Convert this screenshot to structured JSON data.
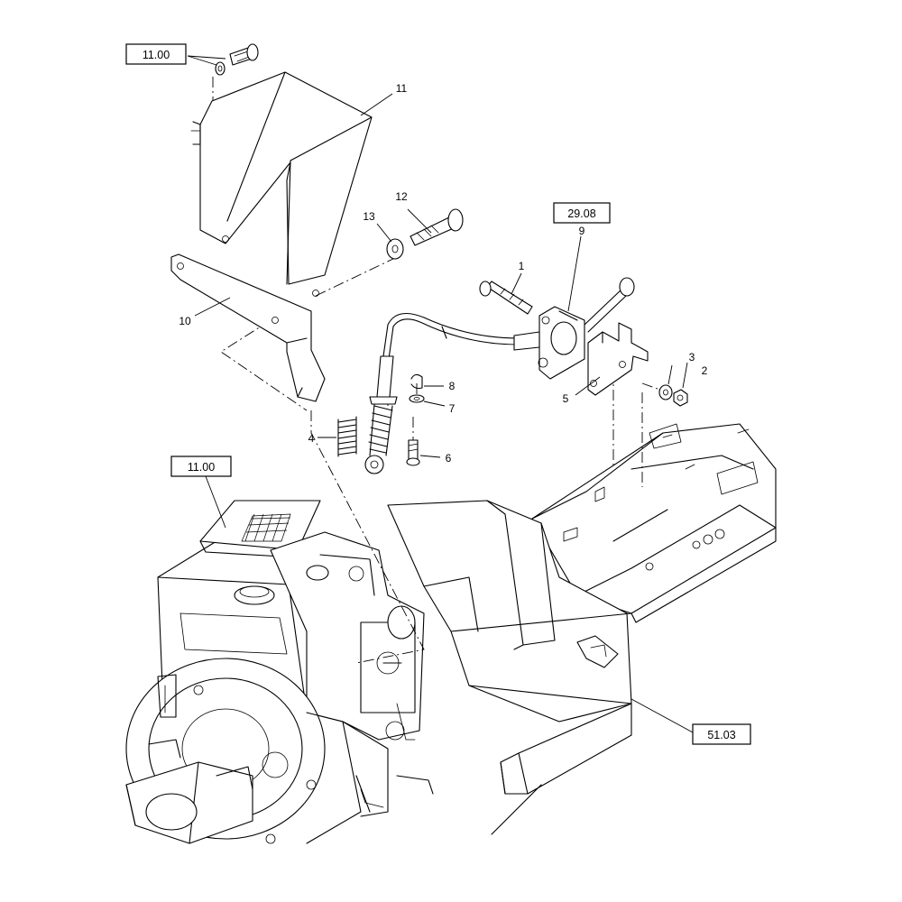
{
  "references": {
    "ref_guard_top": "11.00",
    "ref_control": "29.08",
    "ref_engine": "11.00",
    "ref_chassis": "51.03"
  },
  "callouts": {
    "c1": "1",
    "c2": "2",
    "c3": "3",
    "c4": "4",
    "c5": "5",
    "c6": "6",
    "c7": "7",
    "c8": "8",
    "c9": "9",
    "c10": "10",
    "c11": "11",
    "c12": "12",
    "c13": "13"
  },
  "colors": {
    "line": "#000000",
    "background": "#ffffff"
  }
}
